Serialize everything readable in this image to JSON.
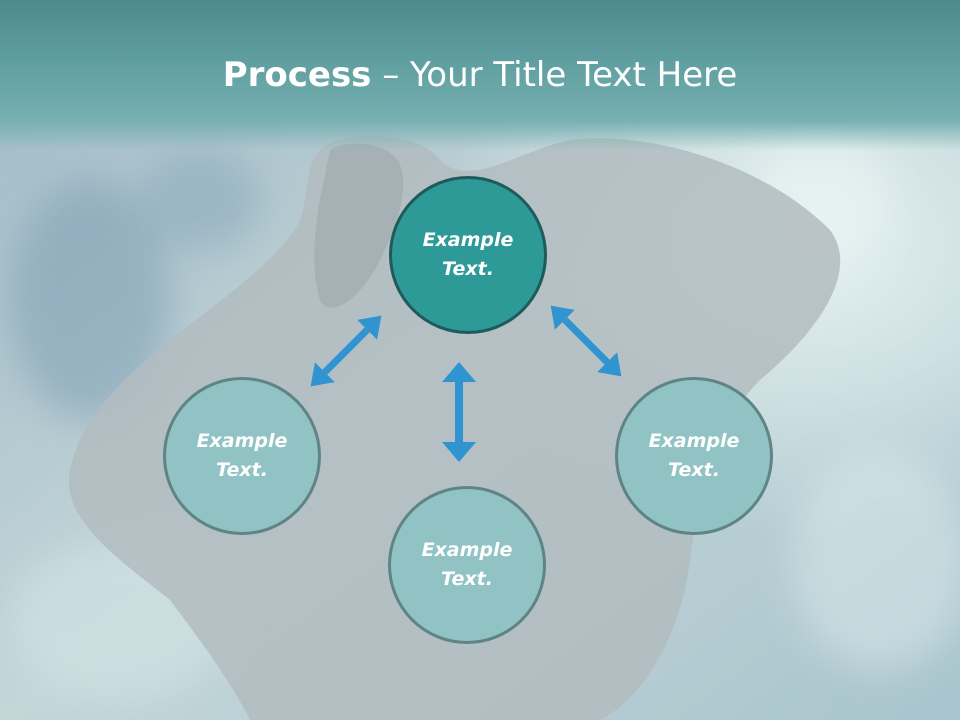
{
  "slide": {
    "title_bold": "Process",
    "title_rest": " – Your Title Text Here"
  },
  "nodes": {
    "center": {
      "line1": "Example",
      "line2": "Text."
    },
    "left": {
      "line1": "Example",
      "line2": "Text."
    },
    "right": {
      "line1": "Example",
      "line2": "Text."
    },
    "bottom": {
      "line1": "Example",
      "line2": "Text."
    }
  },
  "colors": {
    "title_bar": "#5f9ea0",
    "center_node_fill": "#2e9a98",
    "center_node_border": "#1f5a5c",
    "side_node_fill": "#92c3c4",
    "side_node_border": "#5f8486",
    "arrow": "#2f94d0"
  },
  "icons": {
    "arrows": "double-headed-arrow-icon"
  }
}
